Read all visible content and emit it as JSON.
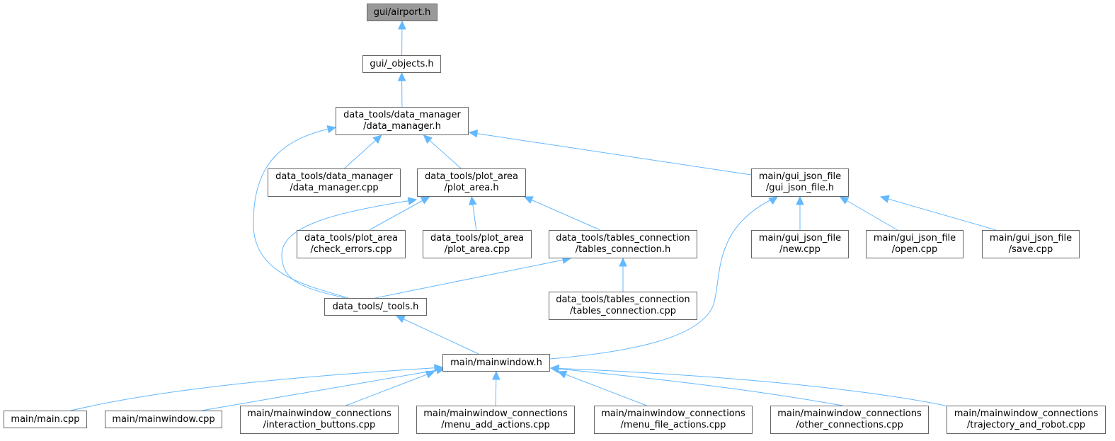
{
  "colors": {
    "edge": "#63b8ff",
    "node_border": "#666666",
    "root_fill": "#999999",
    "node_fill": "#ffffff"
  },
  "nodes": {
    "airport": {
      "label": "gui/airport.h",
      "root": true
    },
    "objects": {
      "label": "gui/_objects.h"
    },
    "dm_h": {
      "label": "data_tools/data_manager\n/data_manager.h"
    },
    "dm_cpp": {
      "label": "data_tools/data_manager\n/data_manager.cpp"
    },
    "pa_h": {
      "label": "data_tools/plot_area\n/plot_area.h"
    },
    "gjf_h": {
      "label": "main/gui_json_file\n/gui_json_file.h"
    },
    "check_errors": {
      "label": "data_tools/plot_area\n/check_errors.cpp"
    },
    "pa_cpp": {
      "label": "data_tools/plot_area\n/plot_area.cpp"
    },
    "tc_h": {
      "label": "data_tools/tables_connection\n/tables_connection.h"
    },
    "new_cpp": {
      "label": "main/gui_json_file\n/new.cpp"
    },
    "open_cpp": {
      "label": "main/gui_json_file\n/open.cpp"
    },
    "save_cpp": {
      "label": "main/gui_json_file\n/save.cpp"
    },
    "tools_h": {
      "label": "data_tools/_tools.h"
    },
    "tc_cpp": {
      "label": "data_tools/tables_connection\n/tables_connection.cpp"
    },
    "mw_h": {
      "label": "main/mainwindow.h"
    },
    "main_cpp": {
      "label": "main/main.cpp"
    },
    "mw_cpp": {
      "label": "main/mainwindow.cpp"
    },
    "ib_cpp": {
      "label": "main/mainwindow_connections\n/interaction_buttons.cpp"
    },
    "maa_cpp": {
      "label": "main/mainwindow_connections\n/menu_add_actions.cpp"
    },
    "mfa_cpp": {
      "label": "main/mainwindow_connections\n/menu_file_actions.cpp"
    },
    "oc_cpp": {
      "label": "main/mainwindow_connections\n/other_connections.cpp"
    },
    "tr_cpp": {
      "label": "main/mainwindow_connections\n/trajectory_and_robot.cpp"
    }
  },
  "edges": [
    [
      "objects",
      "airport"
    ],
    [
      "dm_h",
      "objects"
    ],
    [
      "dm_cpp",
      "dm_h"
    ],
    [
      "pa_h",
      "dm_h"
    ],
    [
      "gjf_h",
      "dm_h"
    ],
    [
      "tools_h",
      "dm_h"
    ],
    [
      "check_errors",
      "pa_h"
    ],
    [
      "pa_cpp",
      "pa_h"
    ],
    [
      "tc_h",
      "pa_h"
    ],
    [
      "tools_h",
      "pa_h"
    ],
    [
      "tools_h",
      "tc_h"
    ],
    [
      "tc_cpp",
      "tc_h"
    ],
    [
      "new_cpp",
      "gjf_h"
    ],
    [
      "open_cpp",
      "gjf_h"
    ],
    [
      "save_cpp",
      "gjf_h"
    ],
    [
      "mw_h",
      "gjf_h"
    ],
    [
      "mw_h",
      "tools_h"
    ],
    [
      "main_cpp",
      "mw_h"
    ],
    [
      "mw_cpp",
      "mw_h"
    ],
    [
      "ib_cpp",
      "mw_h"
    ],
    [
      "maa_cpp",
      "mw_h"
    ],
    [
      "mfa_cpp",
      "mw_h"
    ],
    [
      "oc_cpp",
      "mw_h"
    ],
    [
      "tr_cpp",
      "mw_h"
    ]
  ]
}
